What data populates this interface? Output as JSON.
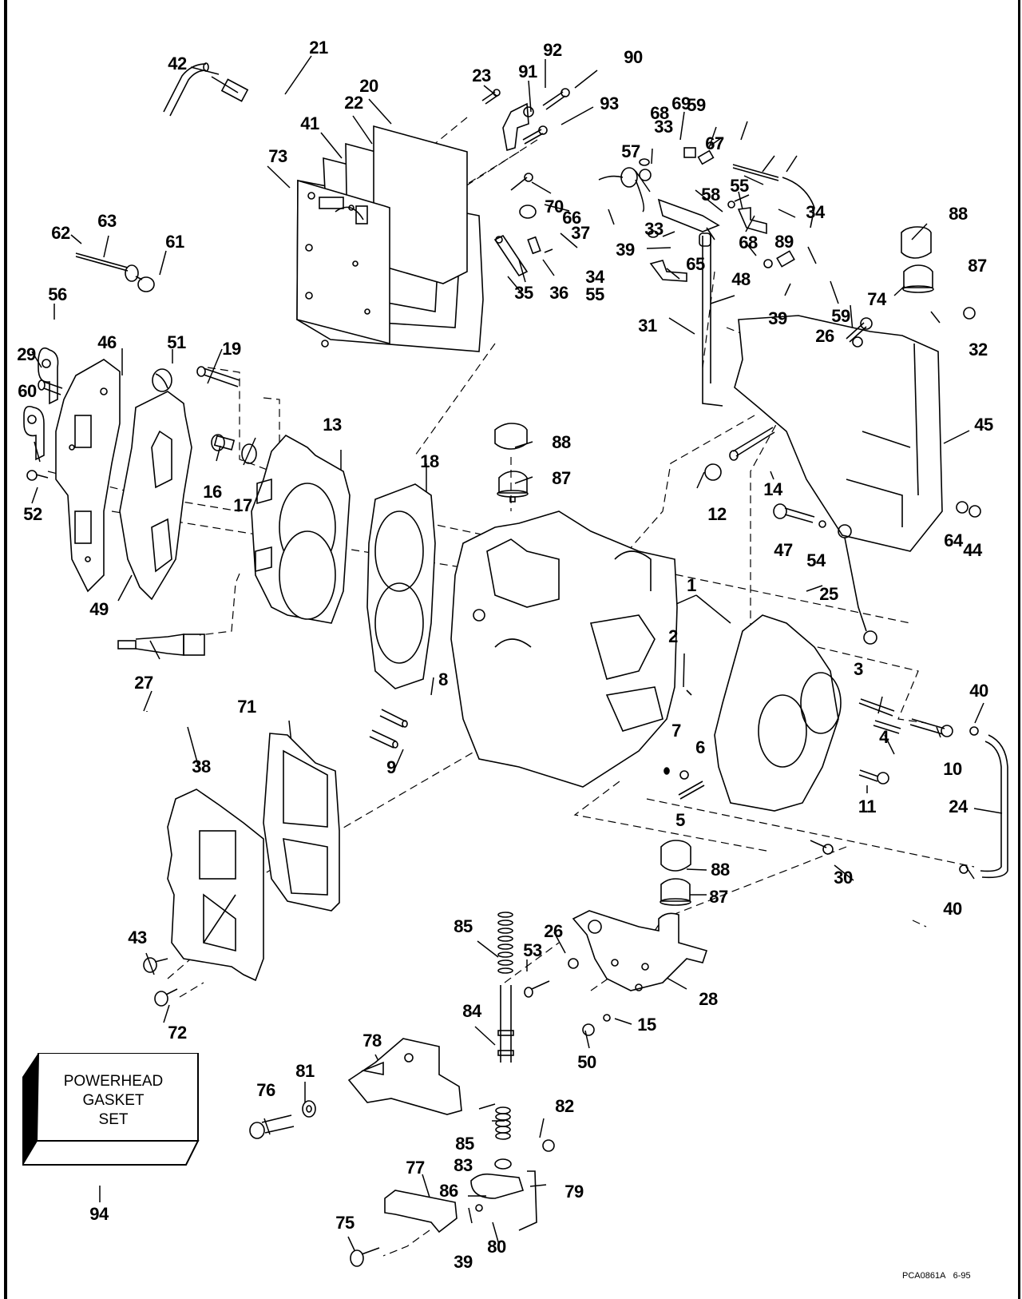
{
  "diagram": {
    "title": "Powerhead exploded parts view",
    "kit": {
      "number": "94",
      "lines": [
        "POWERHEAD",
        "GASKET",
        "SET"
      ]
    },
    "footer": {
      "drawing_code": "PCA0861A",
      "date": "6-95"
    },
    "callouts": [
      {
        "n": "1"
      },
      {
        "n": "2"
      },
      {
        "n": "3"
      },
      {
        "n": "4"
      },
      {
        "n": "5"
      },
      {
        "n": "6"
      },
      {
        "n": "7"
      },
      {
        "n": "8"
      },
      {
        "n": "9"
      },
      {
        "n": "10"
      },
      {
        "n": "11"
      },
      {
        "n": "12"
      },
      {
        "n": "13"
      },
      {
        "n": "14"
      },
      {
        "n": "15"
      },
      {
        "n": "16"
      },
      {
        "n": "17"
      },
      {
        "n": "18"
      },
      {
        "n": "19"
      },
      {
        "n": "20"
      },
      {
        "n": "21"
      },
      {
        "n": "22"
      },
      {
        "n": "23"
      },
      {
        "n": "24"
      },
      {
        "n": "25"
      },
      {
        "n": "26"
      },
      {
        "n": "26"
      },
      {
        "n": "27"
      },
      {
        "n": "28"
      },
      {
        "n": "29"
      },
      {
        "n": "30"
      },
      {
        "n": "31"
      },
      {
        "n": "32"
      },
      {
        "n": "33"
      },
      {
        "n": "33"
      },
      {
        "n": "34"
      },
      {
        "n": "34"
      },
      {
        "n": "35"
      },
      {
        "n": "36"
      },
      {
        "n": "37"
      },
      {
        "n": "38"
      },
      {
        "n": "39"
      },
      {
        "n": "39"
      },
      {
        "n": "39"
      },
      {
        "n": "40"
      },
      {
        "n": "40"
      },
      {
        "n": "41"
      },
      {
        "n": "42"
      },
      {
        "n": "43"
      },
      {
        "n": "44"
      },
      {
        "n": "45"
      },
      {
        "n": "46"
      },
      {
        "n": "47"
      },
      {
        "n": "48"
      },
      {
        "n": "49"
      },
      {
        "n": "50"
      },
      {
        "n": "51"
      },
      {
        "n": "52"
      },
      {
        "n": "53"
      },
      {
        "n": "54"
      },
      {
        "n": "55"
      },
      {
        "n": "55"
      },
      {
        "n": "56"
      },
      {
        "n": "57"
      },
      {
        "n": "58"
      },
      {
        "n": "59"
      },
      {
        "n": "59"
      },
      {
        "n": "60"
      },
      {
        "n": "61"
      },
      {
        "n": "62"
      },
      {
        "n": "63"
      },
      {
        "n": "64"
      },
      {
        "n": "65"
      },
      {
        "n": "66"
      },
      {
        "n": "67"
      },
      {
        "n": "68"
      },
      {
        "n": "68"
      },
      {
        "n": "69"
      },
      {
        "n": "70"
      },
      {
        "n": "71"
      },
      {
        "n": "72"
      },
      {
        "n": "73"
      },
      {
        "n": "74"
      },
      {
        "n": "75"
      },
      {
        "n": "76"
      },
      {
        "n": "77"
      },
      {
        "n": "78"
      },
      {
        "n": "79"
      },
      {
        "n": "80"
      },
      {
        "n": "81"
      },
      {
        "n": "82"
      },
      {
        "n": "83"
      },
      {
        "n": "84"
      },
      {
        "n": "85"
      },
      {
        "n": "85"
      },
      {
        "n": "86"
      },
      {
        "n": "87"
      },
      {
        "n": "87"
      },
      {
        "n": "87"
      },
      {
        "n": "88"
      },
      {
        "n": "88"
      },
      {
        "n": "88"
      },
      {
        "n": "89"
      },
      {
        "n": "90"
      },
      {
        "n": "91"
      },
      {
        "n": "92"
      },
      {
        "n": "93"
      }
    ]
  }
}
